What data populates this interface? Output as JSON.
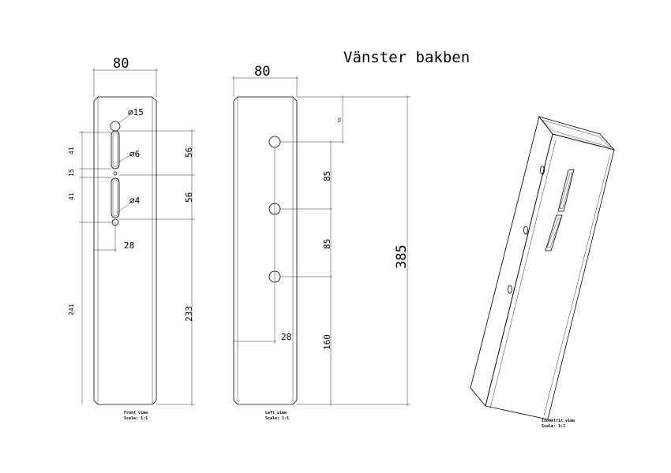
{
  "title": "Vänster bakben",
  "views": {
    "front": {
      "caption": "Front view",
      "scale": "Scale:  1:1",
      "dims": {
        "width": "80",
        "d15": "⌀15",
        "d6": "⌀6",
        "d4": "⌀4",
        "h41a": "41",
        "h15": "15",
        "h41b": "41",
        "h56a": "56",
        "h56b": "56",
        "w28": "28",
        "h241": "241",
        "h233": "233"
      }
    },
    "left": {
      "caption": "Left view",
      "scale": "Scale:  1:1",
      "dims": {
        "width": "80",
        "top": "55",
        "h85a": "85",
        "h85b": "85",
        "w28": "28",
        "h160": "160",
        "total": "385"
      }
    },
    "iso": {
      "caption": "Isometric view",
      "scale": "Scale:  1:1"
    }
  }
}
